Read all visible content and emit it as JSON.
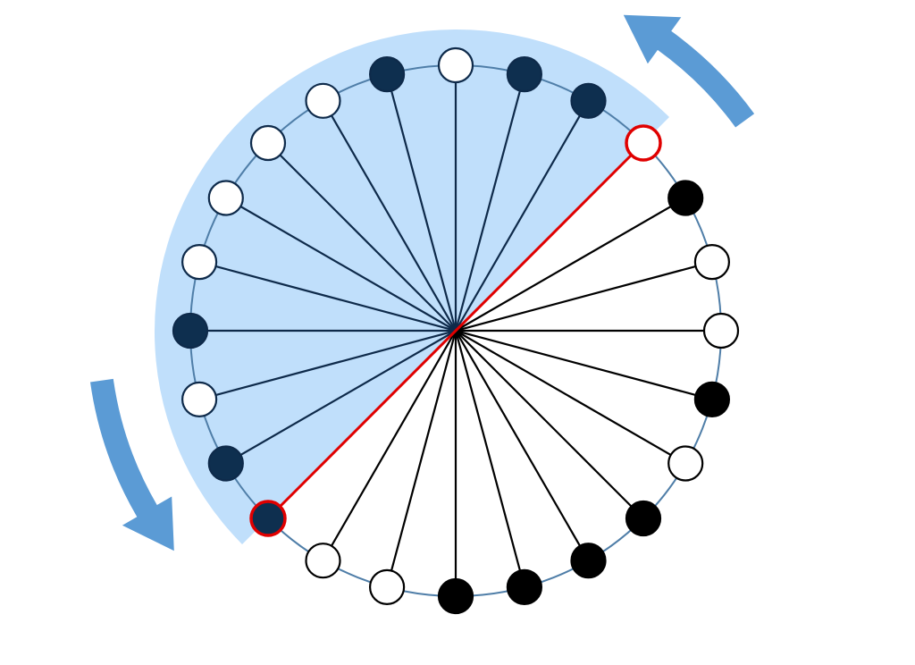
{
  "diagram": {
    "type": "circular-spoke-diagram",
    "node_count": 24,
    "nodes": [
      {
        "index": 0,
        "fill": "white"
      },
      {
        "index": 1,
        "fill": "black"
      },
      {
        "index": 2,
        "fill": "black"
      },
      {
        "index": 3,
        "fill": "white",
        "highlight": true
      },
      {
        "index": 4,
        "fill": "black"
      },
      {
        "index": 5,
        "fill": "white"
      },
      {
        "index": 6,
        "fill": "white"
      },
      {
        "index": 7,
        "fill": "black"
      },
      {
        "index": 8,
        "fill": "white"
      },
      {
        "index": 9,
        "fill": "black"
      },
      {
        "index": 10,
        "fill": "black"
      },
      {
        "index": 11,
        "fill": "black"
      },
      {
        "index": 12,
        "fill": "black"
      },
      {
        "index": 13,
        "fill": "white"
      },
      {
        "index": 14,
        "fill": "white"
      },
      {
        "index": 15,
        "fill": "black",
        "highlight": true
      },
      {
        "index": 16,
        "fill": "black"
      },
      {
        "index": 17,
        "fill": "white"
      },
      {
        "index": 18,
        "fill": "black"
      },
      {
        "index": 19,
        "fill": "white"
      },
      {
        "index": 20,
        "fill": "white"
      },
      {
        "index": 21,
        "fill": "white"
      },
      {
        "index": 22,
        "fill": "white"
      },
      {
        "index": 23,
        "fill": "black"
      }
    ],
    "highlighted_diameter": [
      3,
      15
    ],
    "shaded_half": {
      "from_index": 3,
      "to_index": 15,
      "direction": "counterclockwise"
    },
    "rotation_arrows": [
      {
        "position": "top-right",
        "direction": "counterclockwise"
      },
      {
        "position": "bottom-left",
        "direction": "counterclockwise"
      }
    ],
    "colors": {
      "background": "#ffffff",
      "shaded_region": "#c0dffb",
      "ring": "#4f7ea8",
      "spoke_inside": "#0e2a4a",
      "spoke_outside": "#000000",
      "node_dark_inside": "#0e2f4f",
      "node_dark_outside": "#000000",
      "node_light": "#ffffff",
      "node_stroke_inside": "#0e2a4a",
      "node_stroke_outside": "#000000",
      "highlight": "#e00000",
      "arrow": "#5b9bd5"
    }
  }
}
